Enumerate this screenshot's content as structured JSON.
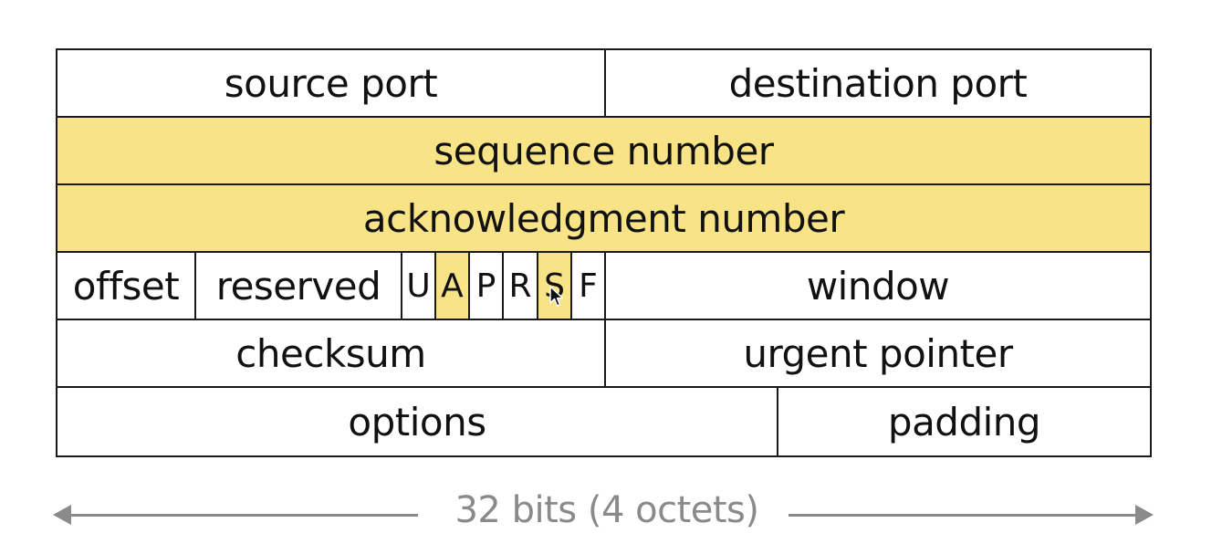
{
  "header_fields": {
    "source_port": "source port",
    "destination_port": "destination port",
    "sequence_number": "sequence number",
    "acknowledgment_number": "acknowledgment number",
    "offset": "offset",
    "reserved": "reserved",
    "flags": [
      "U",
      "A",
      "P",
      "R",
      "S",
      "F"
    ],
    "window": "window",
    "checksum": "checksum",
    "urgent_pointer": "urgent pointer",
    "options": "options",
    "padding": "padding"
  },
  "highlighted_flags": [
    "A",
    "S"
  ],
  "highlighted_rows": [
    "sequence number",
    "acknowledgment number"
  ],
  "footer": {
    "width_label": "32 bits (4 octets)"
  },
  "colors": {
    "highlight": "#f8e387",
    "border": "#1a1a1a",
    "footer_gray": "#8a8a8a"
  },
  "icons": {
    "pointer": "mouse-pointer-icon"
  }
}
